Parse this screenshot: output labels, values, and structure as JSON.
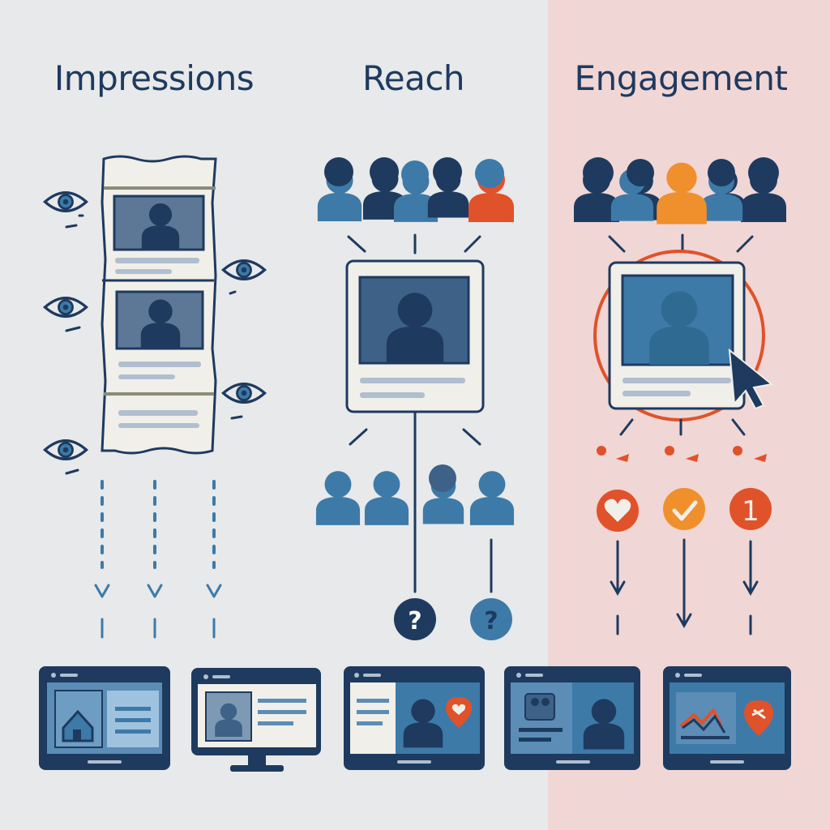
{
  "titles": {
    "impressions": "Impressions",
    "reach": "Reach",
    "engagement": "Engagement"
  },
  "badges": {
    "unknown_1": "?",
    "unknown_2": "?",
    "count": "1"
  },
  "colors": {
    "navy": "#1e3a5f",
    "blue": "#3d7aa8",
    "mid_blue": "#4f86b3",
    "orange": "#f0902c",
    "red_orange": "#e0522a",
    "panel_left": "#e7e9ea",
    "panel_right": "#f0d6d5"
  },
  "icons": [
    "eye-icon",
    "person-icon",
    "heart-icon",
    "check-icon",
    "cursor-icon",
    "home-icon",
    "question-icon",
    "chart-icon",
    "monitor-icon"
  ]
}
